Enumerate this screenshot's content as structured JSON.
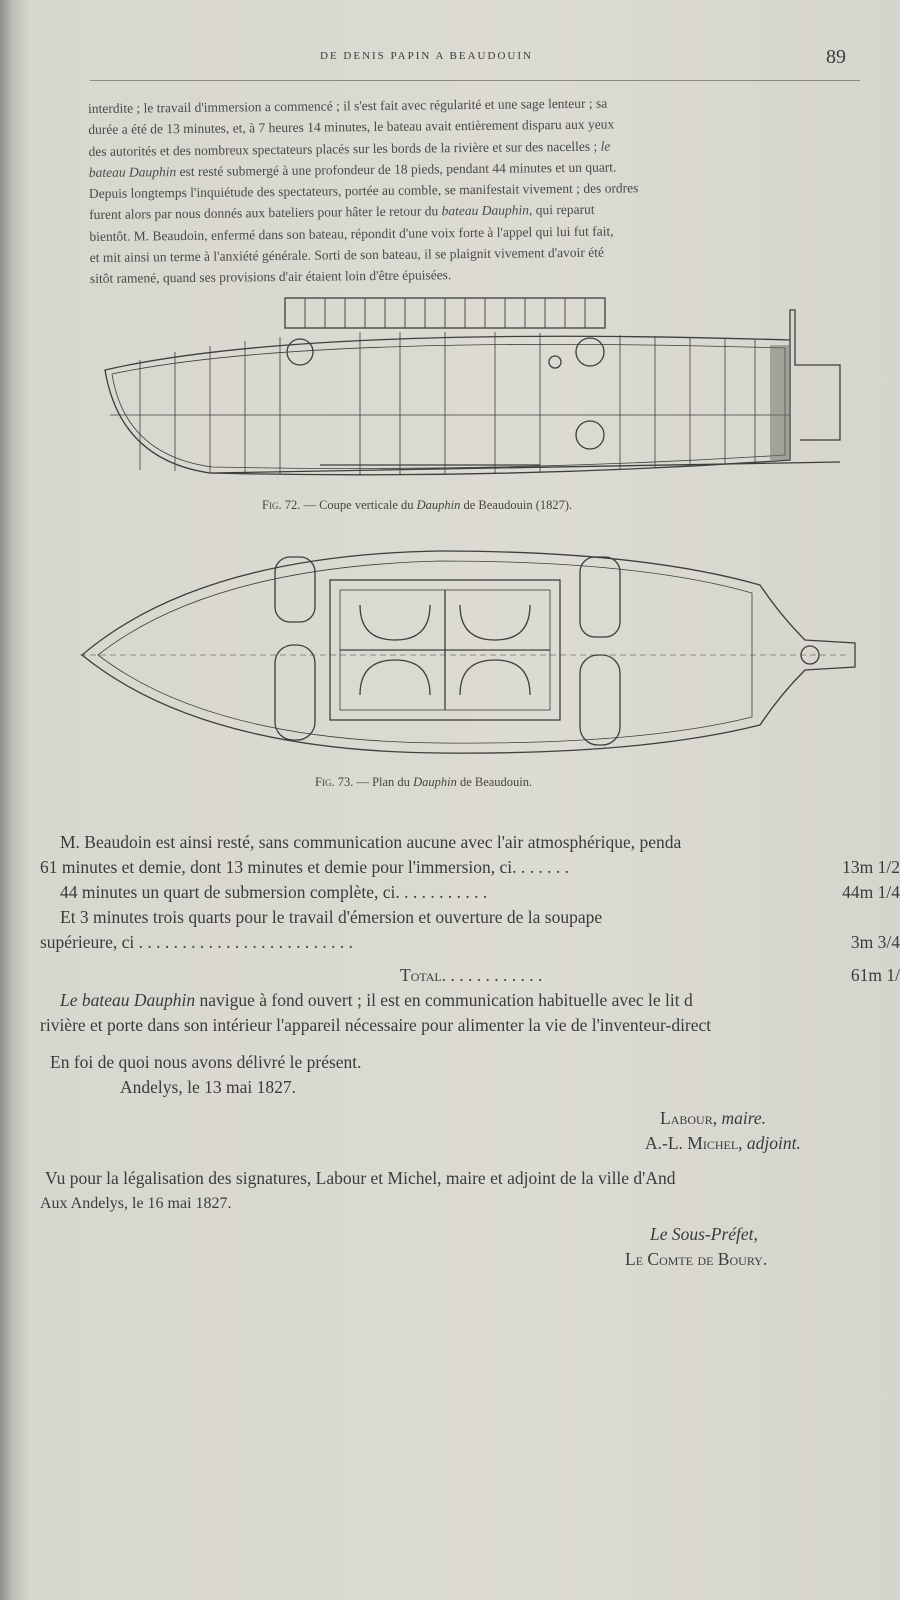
{
  "header": {
    "running_title": "DE DENIS PAPIN A BEAUDOUIN",
    "page_number": "89"
  },
  "paragraph1": [
    "interdite ; le travail d'immersion a commencé ; il s'est fait avec régularité et une sage lenteur ; sa",
    "durée a été de 13 minutes, et, à 7 heures 14 minutes, le bateau avait entièrement disparu aux yeux",
    "des autorités et des nombreux spectateurs placés sur les bords de la rivière et sur des nacelles ; ",
    "le",
    "bateau Dauphin",
    " est resté submergé à une profondeur de 18 pieds, pendant 44 minutes et un quart.",
    "Depuis longtemps l'inquiétude des spectateurs, portée au comble, se manifestait vivement ; des ordres",
    "furent alors par nous donnés aux bateliers pour hâter le retour du ",
    "bateau Dauphin",
    ", qui reparut",
    "bientôt. M. Beaudoin, enfermé dans son bateau, répondit d'une voix forte à l'appel qui lui fut fait,",
    "et mit ainsi un terme à l'anxiété générale. Sorti de son bateau, il se plaignit vivement d'avoir été",
    "sitôt ramené, quand ses provisions d'air étaient loin d'être épuisées."
  ],
  "figures": [
    {
      "label": "Fig. 72.",
      "caption_pre": " — Coupe verticale du ",
      "caption_italic": "Dauphin",
      "caption_post": " de Beaudouin (1827)."
    },
    {
      "label": "Fig. 73.",
      "caption_pre": " — Plan du ",
      "caption_italic": "Dauphin",
      "caption_post": " de Beaudouin."
    }
  ],
  "paragraph2": {
    "line1": "M. Beaudoin est ainsi resté, sans communication aucune avec l'air atmosphérique, penda",
    "line2": "61 minutes et demie, dont 13 minutes et demie pour l'immersion, ci. . . . . . .",
    "line2_amount": "13m 1/2",
    "line3": "44 minutes un quart de submersion complète, ci. . . . . . . . . . .",
    "line3_amount": "44m 1/4",
    "line4": "Et 3 minutes trois quarts pour le travail d'émersion et ouverture de la soupape",
    "line5": "supérieure, ci . . . . . . . . . . . . . . . . . . . . . . . . .",
    "line5_amount": "3m 3/4",
    "total_label": "Total.",
    "total_dots": ". . . . . . . . . . .",
    "total_amount": "61m 1/"
  },
  "paragraph3": {
    "italic": "Le bateau Dauphin",
    "line1": " navigue à fond ouvert ; il est en communication habituelle avec le lit d",
    "line2": "rivière et porte dans son intérieur l'appareil nécessaire pour alimenter la vie de l'inventeur-direct"
  },
  "closing": {
    "line1": "En foi de quoi nous avons délivré le présent.",
    "line2": "Andelys, le 13 mai 1827.",
    "sig1_name": "Labour,",
    "sig1_title": " maire.",
    "sig2_name": "A.-L. Michel,",
    "sig2_title": " adjoint.",
    "legal": "Vu pour la légalisation des signatures, Labour et Michel, maire et adjoint de la ville d'And",
    "legal_date": "Aux Andelys, le 16 mai 1827.",
    "sig3_title": "Le Sous-Préfet,",
    "sig3_name": "Le Comte de Boury."
  }
}
